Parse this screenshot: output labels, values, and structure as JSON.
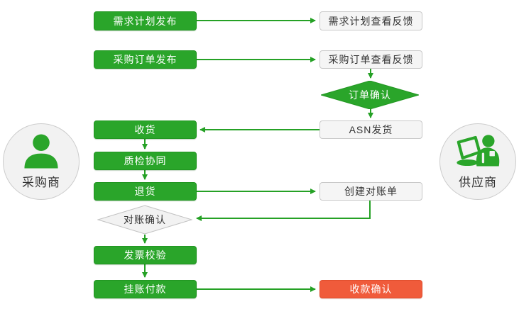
{
  "palette": {
    "green": "#2aa52a",
    "green_border": "#219621",
    "arrow_green": "#25a125",
    "red": "#f05b3b",
    "red_border": "#e14e2d",
    "plain_fill": "#f5f5f5",
    "plain_border": "#c9c9c9",
    "circle_fill": "#f2f2f2",
    "text_light": "#ffffff",
    "text_dark": "#333333"
  },
  "actors": {
    "buyer": {
      "label": "采购商",
      "icon": "person-icon"
    },
    "supplier": {
      "label": "供应商",
      "icon": "person-laptop-icon"
    }
  },
  "nodes": {
    "demand_plan_publish": "需求计划发布",
    "po_publish": "采购订单发布",
    "receive_goods": "收货",
    "quality_collaboration": "质检协同",
    "return_goods": "退货",
    "reconciliation_confirm": "对账确认",
    "invoice_verification": "发票校验",
    "booked_payment": "挂账付款",
    "demand_plan_view_feedback": "需求计划查看反馈",
    "po_view_feedback": "采购订单查看反馈",
    "order_confirm": "订单确认",
    "asn_shipping": "ASN发货",
    "create_statement": "创建对账单",
    "payment_receipt_confirm": "收款确认"
  }
}
